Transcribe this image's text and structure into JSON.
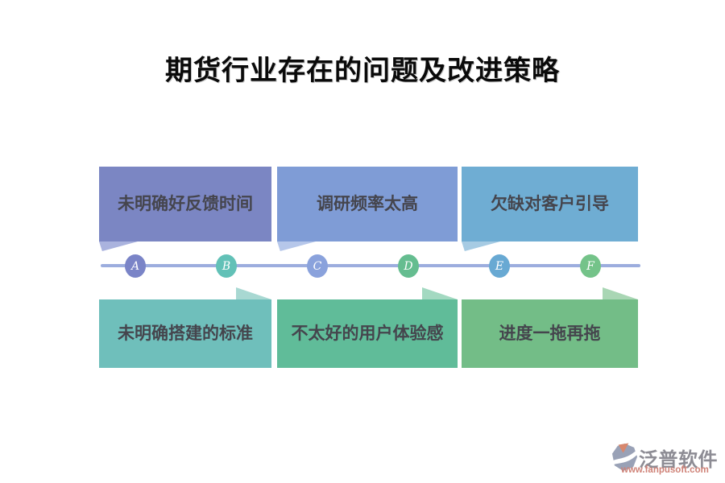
{
  "title": "期货行业存在的问题及改进策略",
  "diagram": {
    "timeline": {
      "line_color": "#9cadde",
      "nodes": [
        {
          "label": "A",
          "color": "#7a84c7"
        },
        {
          "label": "B",
          "color": "#62c1b7"
        },
        {
          "label": "C",
          "color": "#8aa2dc"
        },
        {
          "label": "D",
          "color": "#65bd90"
        },
        {
          "label": "E",
          "color": "#68a9d3"
        },
        {
          "label": "F",
          "color": "#74c389"
        }
      ]
    },
    "top_boxes": [
      {
        "label": "未明确好反馈时间",
        "color": "#7b86c3",
        "tail_color": "#aab3de"
      },
      {
        "label": "调研频率太高",
        "color": "#7f9cd6",
        "tail_color": "#b6c7ea"
      },
      {
        "label": "欠缺对客户引导",
        "color": "#6fadd3",
        "tail_color": "#a6cbe3"
      }
    ],
    "bottom_boxes": [
      {
        "label": "未明确搭建的标准",
        "color": "#6fbfbb",
        "tail_color": "#a8d8d2"
      },
      {
        "label": "不太好的用户体验感",
        "color": "#60bc99",
        "tail_color": "#a3d9c1"
      },
      {
        "label": "进度一拖再拖",
        "color": "#73bd87",
        "tail_color": "#a9d6b4"
      }
    ],
    "text_color": "#45454d"
  },
  "watermark": {
    "brand": "泛普软件",
    "url": "www.fanpusoft.com",
    "brand_color": "#8d8c94",
    "url_color": "#cf8277",
    "icon_body_color": "#99a1b6",
    "icon_wedge_color": "#d8876d"
  }
}
